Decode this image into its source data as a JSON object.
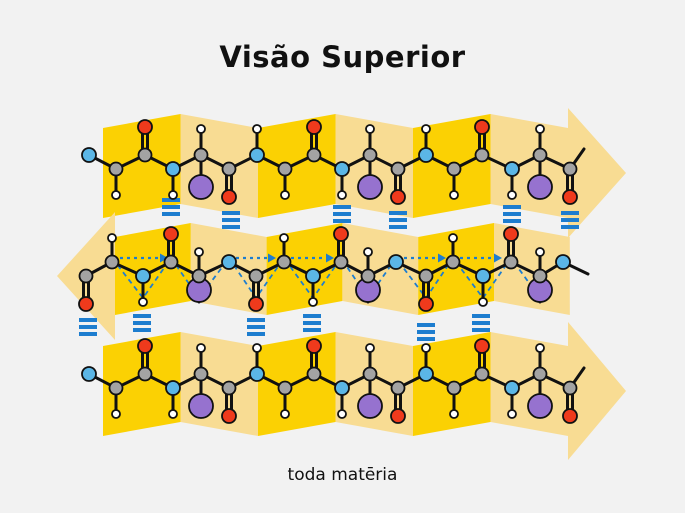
{
  "title": "Visão Superior",
  "brand": "toda matēria",
  "colors": {
    "background": "#f2f2f2",
    "arrow_light": "#f8dc93",
    "arrow_dark": "#fbd103",
    "bond": "#111111",
    "carbon": "#a3a3a3",
    "nitrogen": "#5bb6e6",
    "oxygen": "#ef3a1c",
    "hydrogen": "#ffffff",
    "side_chain": "#9672cf",
    "hydrogen_bond": "#1d7dcf"
  },
  "strands": [
    {
      "name": "strand-top",
      "direction": "right"
    },
    {
      "name": "strand-middle",
      "direction": "left"
    },
    {
      "name": "strand-bottom",
      "direction": "right"
    }
  ]
}
